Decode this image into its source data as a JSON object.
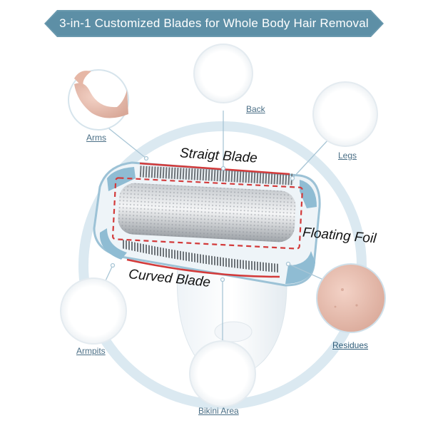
{
  "header": {
    "title": "3-in-1 Customized Blades for Whole Body Hair Removal"
  },
  "blade_labels": {
    "straight": "Straigt Blade",
    "floating": "Floating Foil",
    "curved": "Curved Blade"
  },
  "areas": {
    "arms": "Arms",
    "back": "Back",
    "legs": "Legs",
    "armpits": "Armpits",
    "residues": "Residues",
    "bikini": "Bikini Area"
  },
  "colors": {
    "banner": "#5d8fa6",
    "ring": "#dbe9f1",
    "accent_line": "#d33a3a",
    "label": "#4b6f86"
  }
}
